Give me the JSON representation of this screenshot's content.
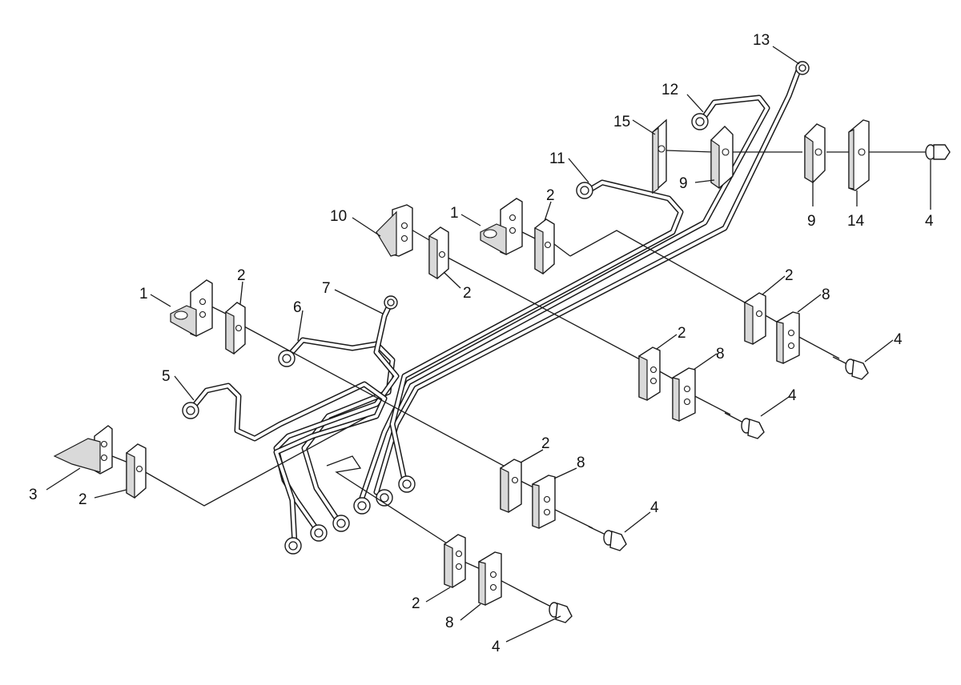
{
  "figure": {
    "callouts": [
      {
        "id": "c13",
        "label": "13"
      },
      {
        "id": "c12",
        "label": "12"
      },
      {
        "id": "c15",
        "label": "15"
      },
      {
        "id": "c11",
        "label": "11"
      },
      {
        "id": "c9a",
        "label": "9"
      },
      {
        "id": "c9b",
        "label": "9"
      },
      {
        "id": "c14",
        "label": "14"
      },
      {
        "id": "c4a",
        "label": "4"
      },
      {
        "id": "c10",
        "label": "10"
      },
      {
        "id": "c1a",
        "label": "1"
      },
      {
        "id": "c2a",
        "label": "2"
      },
      {
        "id": "c2b",
        "label": "2"
      },
      {
        "id": "c2c",
        "label": "2"
      },
      {
        "id": "c8a",
        "label": "8"
      },
      {
        "id": "c4b",
        "label": "4"
      },
      {
        "id": "c1b",
        "label": "1"
      },
      {
        "id": "c2d",
        "label": "2"
      },
      {
        "id": "c7",
        "label": "7"
      },
      {
        "id": "c6",
        "label": "6"
      },
      {
        "id": "c2e",
        "label": "2"
      },
      {
        "id": "c8b",
        "label": "8"
      },
      {
        "id": "c4c",
        "label": "4"
      },
      {
        "id": "c5",
        "label": "5"
      },
      {
        "id": "c3",
        "label": "3"
      },
      {
        "id": "c2f",
        "label": "2"
      },
      {
        "id": "c2g",
        "label": "2"
      },
      {
        "id": "c8c",
        "label": "8"
      },
      {
        "id": "c4d",
        "label": "4"
      },
      {
        "id": "c2h",
        "label": "2"
      },
      {
        "id": "c8d",
        "label": "8"
      },
      {
        "id": "c4e",
        "label": "4"
      }
    ]
  }
}
